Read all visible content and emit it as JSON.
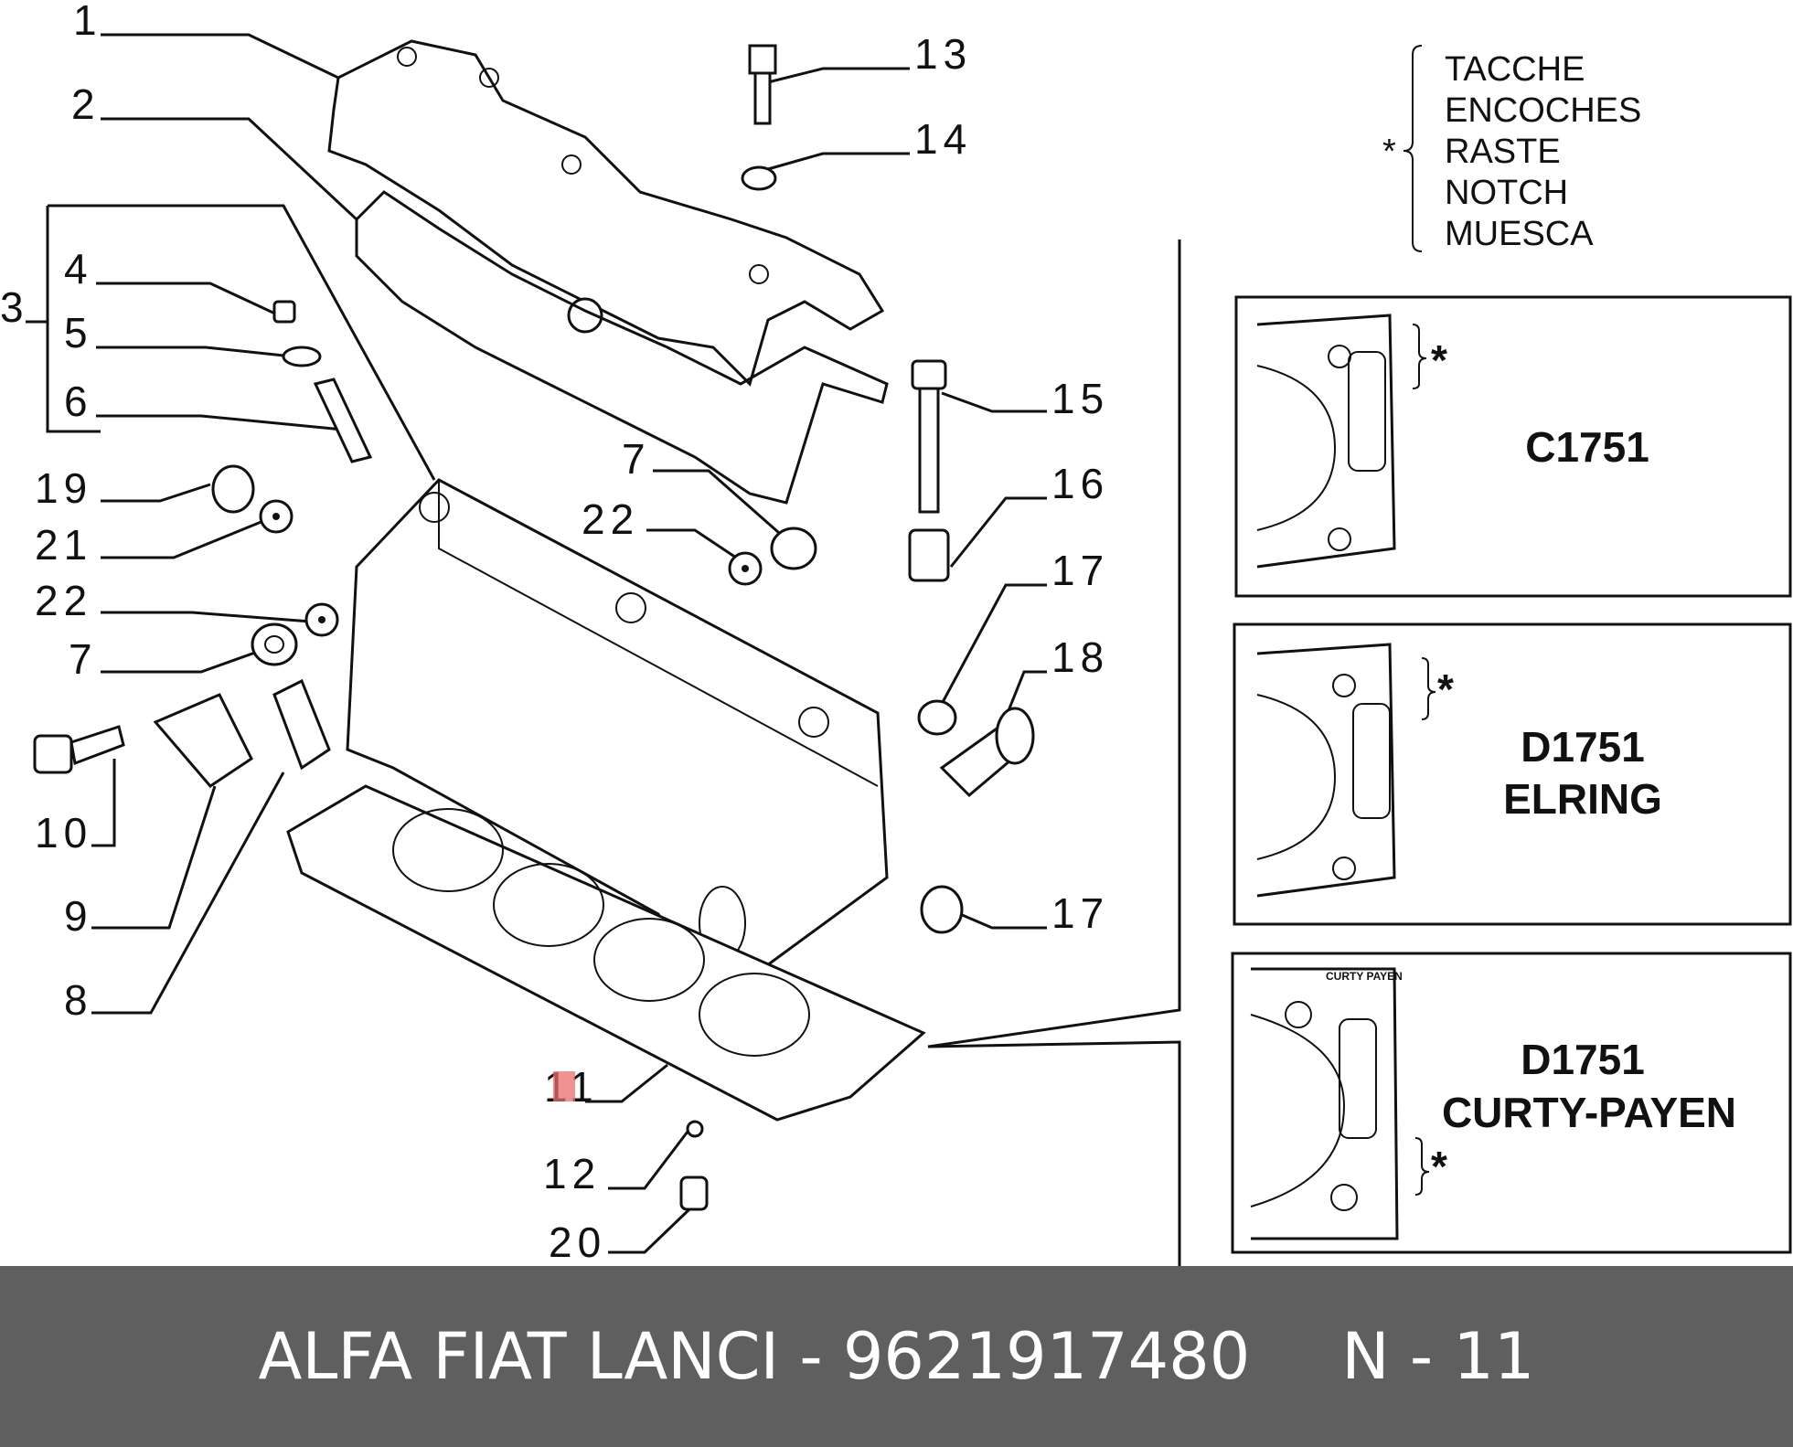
{
  "diagram": {
    "callouts": [
      {
        "id": "c1",
        "label": "1"
      },
      {
        "id": "c2",
        "label": "2"
      },
      {
        "id": "c3",
        "label": "3"
      },
      {
        "id": "c4",
        "label": "4"
      },
      {
        "id": "c5",
        "label": "5"
      },
      {
        "id": "c6",
        "label": "6"
      },
      {
        "id": "c19",
        "label": "19"
      },
      {
        "id": "c21",
        "label": "21"
      },
      {
        "id": "c22a",
        "label": "22"
      },
      {
        "id": "c7a",
        "label": "7"
      },
      {
        "id": "c10",
        "label": "10"
      },
      {
        "id": "c9",
        "label": "9"
      },
      {
        "id": "c8",
        "label": "8"
      },
      {
        "id": "c11",
        "label": "11"
      },
      {
        "id": "c12",
        "label": "12"
      },
      {
        "id": "c20",
        "label": "20"
      },
      {
        "id": "c13",
        "label": "13"
      },
      {
        "id": "c14",
        "label": "14"
      },
      {
        "id": "c15",
        "label": "15"
      },
      {
        "id": "c16",
        "label": "16"
      },
      {
        "id": "c7b",
        "label": "7"
      },
      {
        "id": "c22b",
        "label": "22"
      },
      {
        "id": "c17a",
        "label": "17"
      },
      {
        "id": "c18",
        "label": "18"
      },
      {
        "id": "c17b",
        "label": "17"
      }
    ],
    "legend": {
      "symbol": "*",
      "entries": [
        "TACCHE",
        "ENCOCHES",
        "RASTE",
        "NOTCH",
        "MUESCA"
      ]
    },
    "gasket_boxes": [
      {
        "line1": "C1751",
        "line2": "",
        "star": "*"
      },
      {
        "line1": "D1751",
        "line2": "ELRING",
        "star": "*"
      },
      {
        "line1": "D1751",
        "line2": "CURTY-PAYEN",
        "star": "*",
        "stamp": "CURTY PAYEN"
      }
    ]
  },
  "footer": {
    "brand": "ALFA FIAT LANCI - 9621917480",
    "position": "N - 11"
  },
  "colors": {
    "footer_bg": "#5f5f5f",
    "footer_text": "#ffffff",
    "highlight": "#eb6e6e"
  }
}
